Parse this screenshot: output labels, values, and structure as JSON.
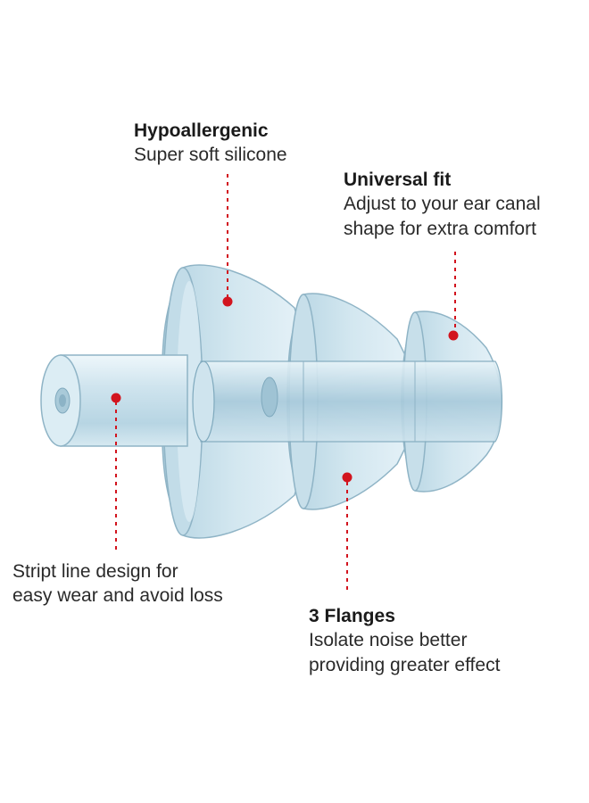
{
  "colors": {
    "leader": "#d2141e",
    "plug_body": "#cfe4ee",
    "plug_shade": "#a9cad9",
    "plug_edge": "#7fa9bd",
    "plug_highlight": "#ecf6fa",
    "text": "#1a1a1a"
  },
  "callouts": {
    "hypoallergenic": {
      "title": "Hypoallergenic",
      "desc": "Super soft silicone"
    },
    "universal_fit": {
      "title": "Universal fit",
      "desc_lines": [
        "Adjust to your ear canal",
        "shape for extra comfort"
      ]
    },
    "stript_line": {
      "desc_lines": [
        "Stript line design for",
        "easy wear and avoid loss"
      ]
    },
    "flanges": {
      "title": "3 Flanges",
      "desc_lines": [
        "Isolate noise better",
        "providing greater effect"
      ]
    }
  }
}
